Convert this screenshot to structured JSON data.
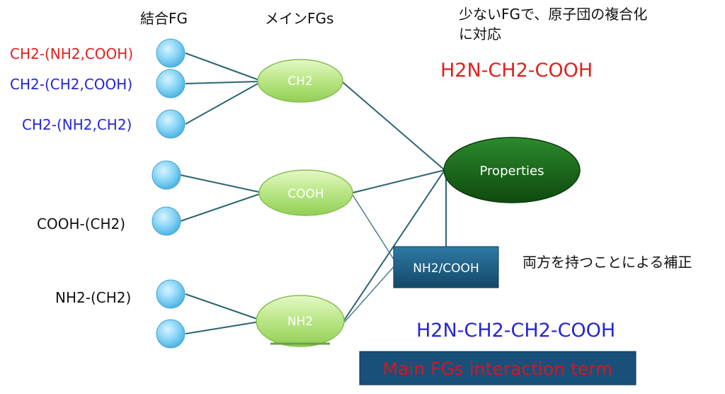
{
  "headers": {
    "bonded_fg": "結合FG",
    "main_fgs": "メインFGs",
    "note": [
      "少ないFGで、原子団の複合化",
      "に対応"
    ]
  },
  "bonded_labels": [
    {
      "text": "CH2-(NH2,COOH)",
      "color": "#e0201e"
    },
    {
      "text": "CH2-(CH2,COOH)",
      "color": "#2525d6"
    },
    {
      "text": "CH2-(NH2,CH2)",
      "color": "#2525d6"
    },
    {
      "text": "COOH-(CH2)",
      "color": "#111111"
    },
    {
      "text": "NH2-(CH2)",
      "color": "#111111"
    }
  ],
  "main_nodes": [
    "CH2",
    "COOH",
    "NH2"
  ],
  "properties_node": "Properties",
  "interaction_box": "NH2/COOH",
  "interaction_note": "両方を持つことによる補正",
  "formulas": {
    "glycine": "H2N-CH2-COOH",
    "beta_alanine": "H2N-CH2-CH2-COOH"
  },
  "banner": "Main FGs interaction term",
  "colors": {
    "small_node": "#7fcff5",
    "main_node": "#b5e37d",
    "properties": "#166316",
    "interaction_box": "#1c5d86",
    "edge": "#2c6573",
    "red": "#e0201e",
    "blue": "#2525d6"
  }
}
